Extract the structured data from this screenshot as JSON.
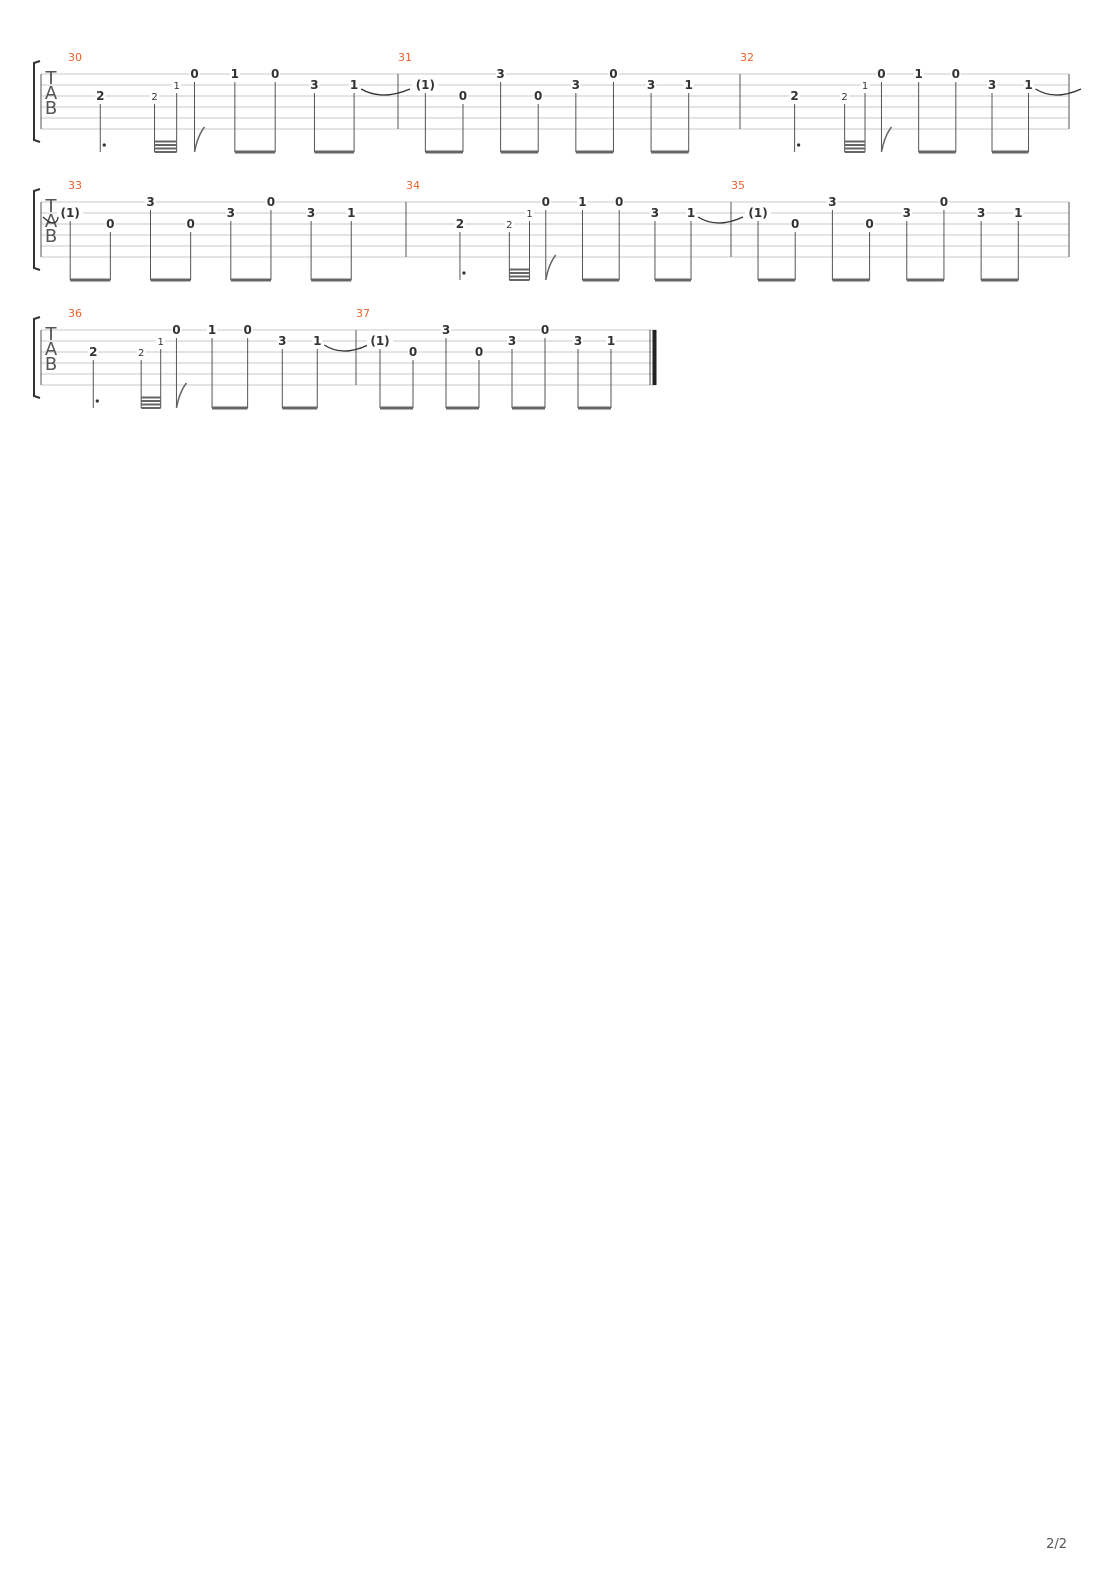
{
  "document": {
    "page_number": "2/2",
    "clef_letters": [
      "T",
      "A",
      "B"
    ]
  },
  "colors": {
    "measure_number": "#e8632b",
    "staff_line": "#c8c8c8",
    "barline": "#555555",
    "note_text": "#333333",
    "stem": "#555555",
    "beam": "#666666",
    "bracket": "#333333"
  },
  "notation": {
    "pattern_a": [
      {
        "s": 2,
        "f": "2",
        "d": "dotted-quarter"
      },
      {
        "s": 2,
        "f": "2",
        "d": "32nd",
        "small": true
      },
      {
        "s": 1,
        "f": "1",
        "d": "32nd",
        "small": true
      },
      {
        "s": 0,
        "f": "0",
        "d": "eighth"
      },
      {
        "s": 0,
        "f": "1",
        "d": "eighth"
      },
      {
        "s": 0,
        "f": "0",
        "d": "eighth"
      },
      {
        "s": 1,
        "f": "3",
        "d": "eighth"
      },
      {
        "s": 1,
        "f": "1",
        "d": "eighth",
        "tie": true
      }
    ],
    "pattern_b": [
      {
        "s": 1,
        "f": "(1)",
        "d": "eighth"
      },
      {
        "s": 2,
        "f": "0",
        "d": "eighth"
      },
      {
        "s": 0,
        "f": "3",
        "d": "eighth"
      },
      {
        "s": 2,
        "f": "0",
        "d": "eighth"
      },
      {
        "s": 1,
        "f": "3",
        "d": "eighth"
      },
      {
        "s": 0,
        "f": "0",
        "d": "eighth"
      },
      {
        "s": 1,
        "f": "3",
        "d": "eighth"
      },
      {
        "s": 1,
        "f": "1",
        "d": "eighth"
      }
    ]
  },
  "systems": [
    {
      "measures": [
        {
          "number": "30",
          "pattern": "a"
        },
        {
          "number": "31",
          "pattern": "b"
        },
        {
          "number": "32",
          "pattern": "a"
        }
      ]
    },
    {
      "measures": [
        {
          "number": "33",
          "pattern": "b"
        },
        {
          "number": "34",
          "pattern": "a"
        },
        {
          "number": "35",
          "pattern": "b"
        }
      ]
    },
    {
      "measures": [
        {
          "number": "36",
          "pattern": "a"
        },
        {
          "number": "37",
          "pattern": "b",
          "final": true
        }
      ]
    }
  ]
}
